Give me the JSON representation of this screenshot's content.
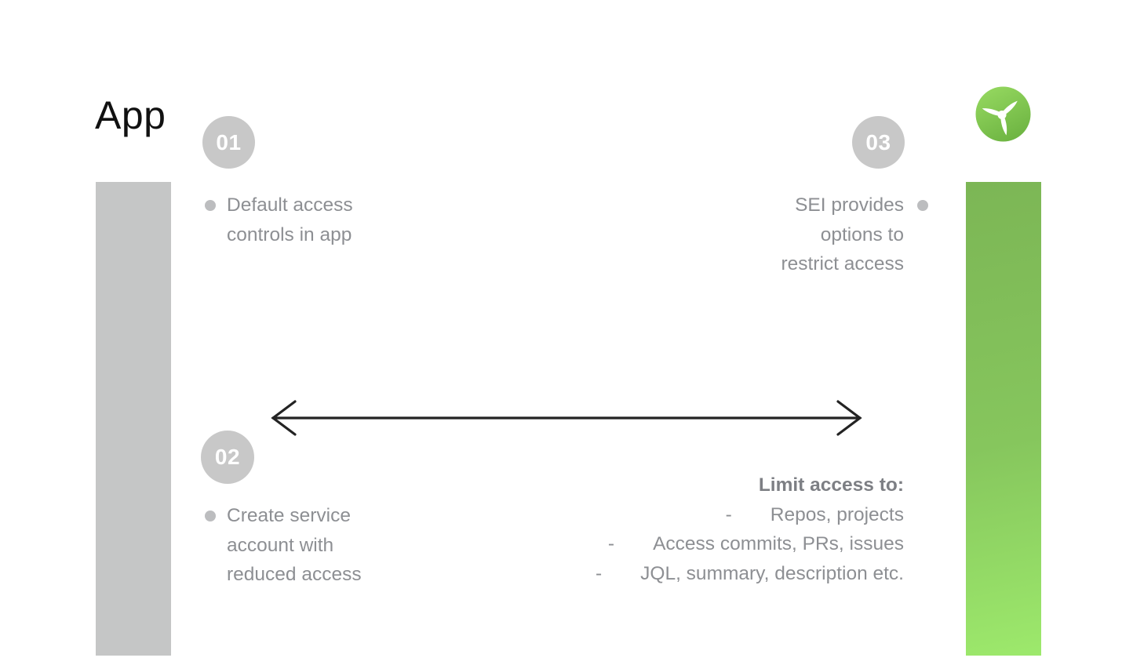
{
  "title": "App",
  "logo": {
    "name": "propeller-logo"
  },
  "steps": [
    {
      "number": "01",
      "lines": [
        "Default access",
        "controls in app"
      ]
    },
    {
      "number": "02",
      "lines": [
        "Create service",
        "account with",
        "reduced access"
      ]
    },
    {
      "number": "03",
      "lines": [
        "SEI provides",
        "options to",
        "restrict access"
      ]
    }
  ],
  "limit": {
    "title": "Limit access to:",
    "dash": "-",
    "items": [
      "Repos, projects",
      "Access commits, PRs, issues",
      "JQL, summary, description etc."
    ]
  },
  "colors": {
    "background": "#ffffff",
    "bar_gray": "#c5c6c6",
    "badge_gray": "#c8c8c8",
    "bullet_gray": "#bcbdbf",
    "body_text_gray": "#8d8f93",
    "limit_title_gray": "#7d7f84",
    "heading_black": "#111111",
    "arrow_black": "#232323",
    "green_bar_top": "#7cb655",
    "green_bar_bottom": "#9de96c",
    "logo_green_light": "#94d75f",
    "logo_green_dark": "#6cb341"
  }
}
